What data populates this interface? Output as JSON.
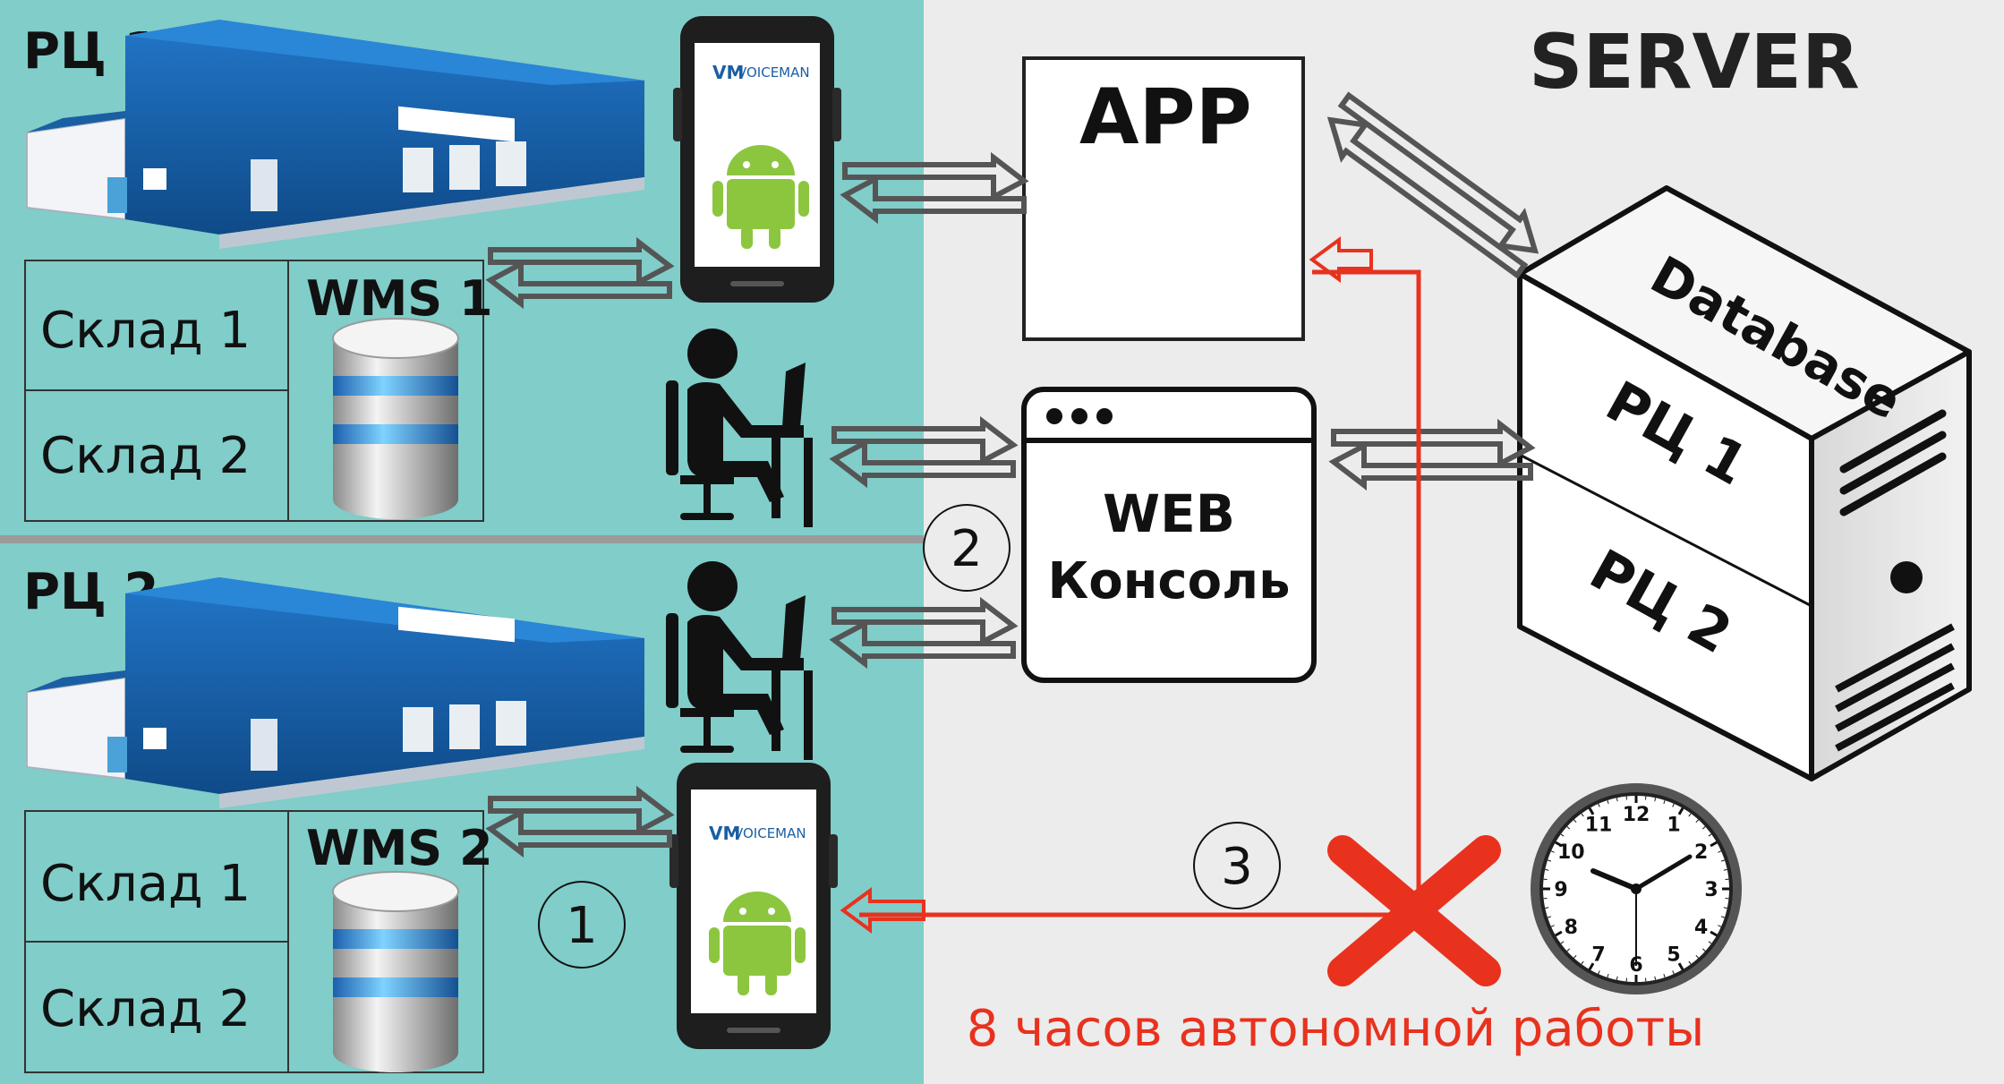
{
  "site1": {
    "title": "РЦ 1",
    "wms": "WMS 1",
    "warehouses": [
      "Склад 1",
      "Склад 2"
    ]
  },
  "site2": {
    "title": "РЦ 2",
    "wms": "WMS 2",
    "warehouses": [
      "Склад 1",
      "Склад 2"
    ]
  },
  "device": {
    "brand": "VOICEMAN",
    "logo": "VM",
    "os_icon": "android-icon"
  },
  "server": {
    "title": "SERVER",
    "app_label": "APP",
    "web_label_line1": "WEB",
    "web_label_line2": "Консоль",
    "database_label": "Database",
    "db_partitions": [
      "РЦ 1",
      "РЦ 2"
    ]
  },
  "markers": [
    "1",
    "2",
    "3"
  ],
  "clock_numbers": [
    "12",
    "1",
    "2",
    "3",
    "4",
    "5",
    "6",
    "7",
    "8",
    "9",
    "10",
    "11"
  ],
  "autonomy_caption": "8 часов автономной работы",
  "colors": {
    "site_bg": "#80cdc9",
    "server_bg": "#ececec",
    "divider": "#9a9a9a",
    "arrow": "#555555",
    "offline": "#e8321e",
    "warehouse_blue": "#1a5fa3"
  }
}
